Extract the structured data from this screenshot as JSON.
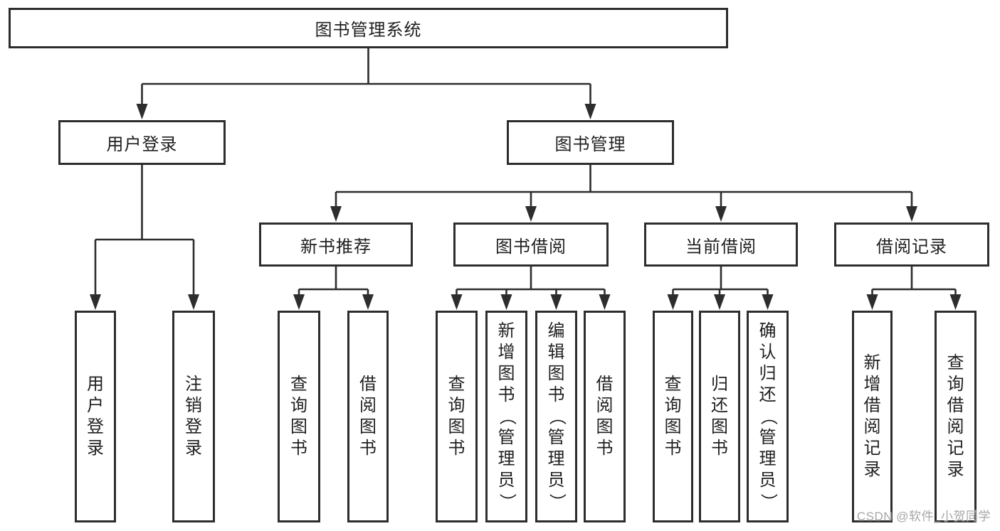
{
  "root": {
    "label": "图书管理系统"
  },
  "level2": {
    "user_login": {
      "label": "用户登录"
    },
    "book_management": {
      "label": "图书管理"
    }
  },
  "level3": {
    "new_book": {
      "label": "新书推荐"
    },
    "borrow": {
      "label": "图书借阅"
    },
    "current": {
      "label": "当前借阅"
    },
    "records": {
      "label": "借阅记录"
    }
  },
  "leaves": {
    "user_login": [
      "用户登录",
      "注销登录"
    ],
    "new_book": [
      "查询图书",
      "借阅图书"
    ],
    "borrow": [
      "查询图书",
      "新增图书（管理员）",
      "编辑图书（管理员）",
      "借阅图书"
    ],
    "current": [
      "查询图书",
      "归还图书",
      "确认归还（管理员）"
    ],
    "records": [
      "新增借阅记录",
      "查询借阅记录"
    ]
  },
  "watermark": "CSDN @软件_小贺同学",
  "colors": {
    "line": "#2d2d2d",
    "box_border": "#2d2d2d",
    "box_fill": "#ffffff",
    "text": "#1f1f1f",
    "watermark": "#a6a6a6",
    "background": "#ffffff"
  }
}
